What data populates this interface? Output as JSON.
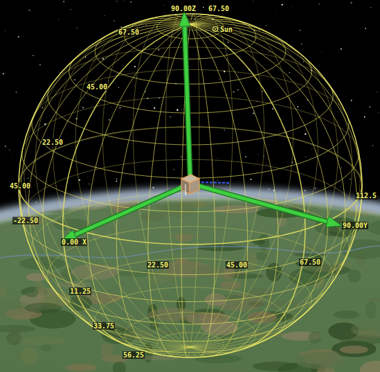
{
  "diagram": {
    "labels": [
      "90.00Z",
      "67.50",
      "Sun",
      "67.50",
      "45.00",
      "22.50",
      "45.00",
      "112.5",
      "-22.50",
      "0.00 X",
      "90.00Y",
      "22.50",
      "45.00",
      "67.50",
      "11.25",
      "33.75",
      "56.25"
    ]
  }
}
